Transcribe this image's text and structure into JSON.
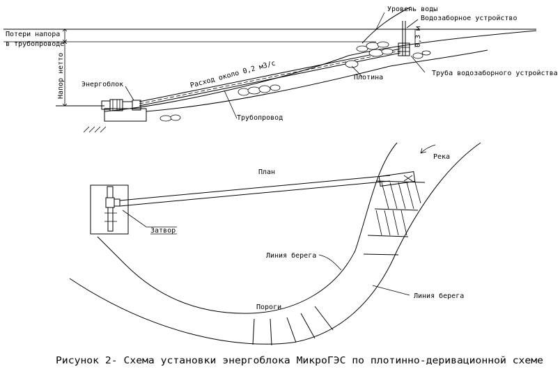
{
  "labels": {
    "water_level": "Уровень воды",
    "intake_device": "Водозаборное устройство",
    "head_loss_1": "Потери напора",
    "head_loss_2": "в трубопроводе",
    "net_head": "Напор нетто",
    "power_unit": "Энергоблок",
    "flow": "Расход около 0,2 м3/с",
    "intake_pipe": "Труба водозаборного устройства",
    "dam": "Плотина",
    "pipeline": "Трубопровод",
    "depth": "0,3 м",
    "plan": "План",
    "river": "Река",
    "gate": "Затвор",
    "bank_line_1": "Линия берега",
    "bank_line_2": "Линия берега",
    "rapids": "Пороги"
  },
  "caption": "Рисунок 2- Схема установки энергоблока МикроГЭС по плотинно-деривационной схеме"
}
